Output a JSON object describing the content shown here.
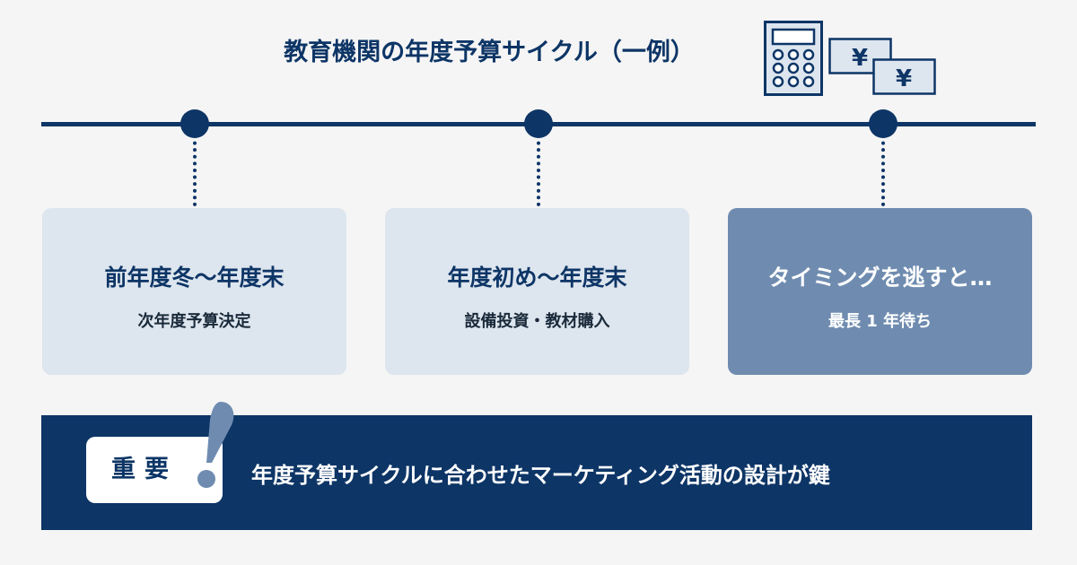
{
  "title": "教育機関の年度予算サイクル（一例）",
  "icons": [
    "calculator-icon",
    "yen-bill-icon"
  ],
  "cards": [
    {
      "heading": "前年度冬〜年度末",
      "sub": "次年度予算決定"
    },
    {
      "heading": "年度初め〜年度末",
      "sub": "設備投資・教材購入"
    },
    {
      "heading": "タイミングを逃すと…",
      "sub": "最長 1 年待ち"
    }
  ],
  "banner": {
    "badge": "重要",
    "text": "年度予算サイクルに合わせたマーケティング活動の設計が鍵"
  },
  "colors": {
    "navy": "#0d3566",
    "light": "#dde5ee",
    "accent": "#6f8cb0"
  }
}
